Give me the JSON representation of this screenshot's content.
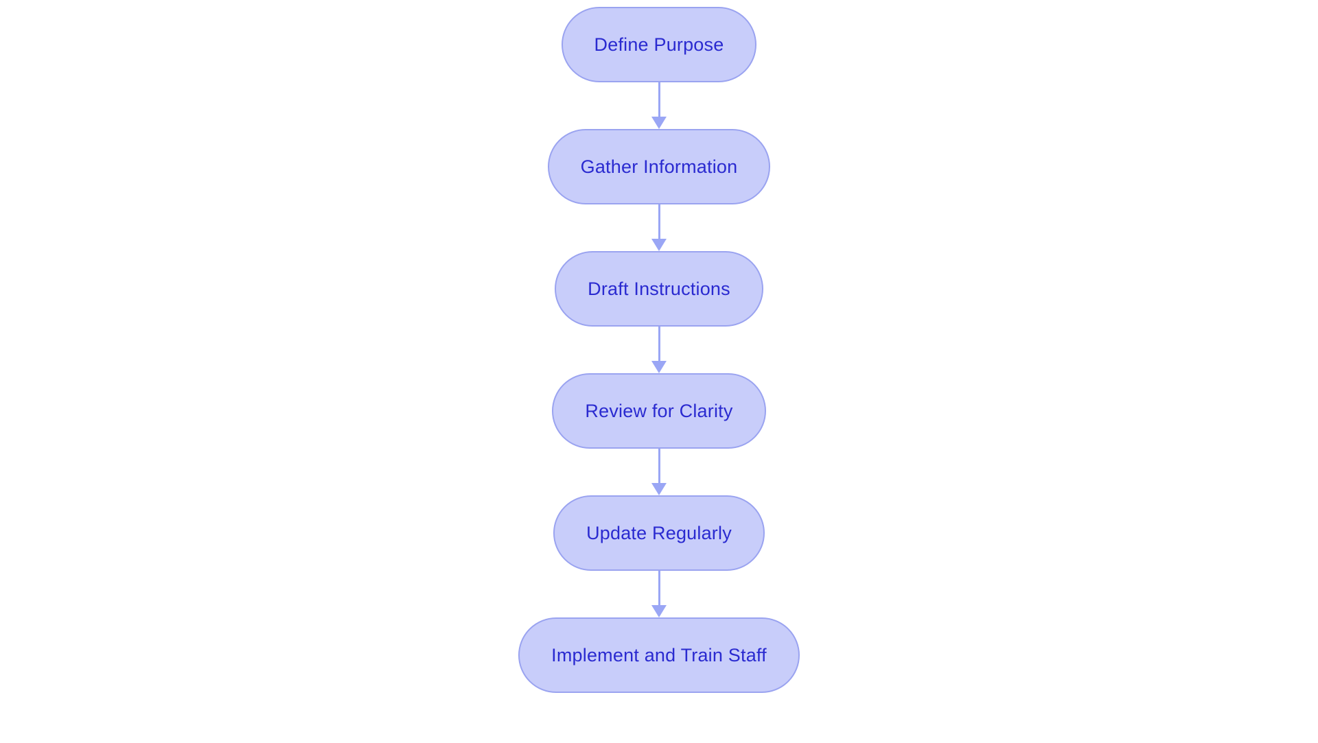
{
  "chart_data": {
    "type": "diagram",
    "diagram_type": "flowchart",
    "orientation": "top-to-bottom",
    "title": "",
    "background_color": "#ffffff",
    "node_fill_color": "#c8cdfa",
    "node_border_color": "#9aa3f0",
    "node_text_color": "#2a2ad0",
    "connector_color": "#9aa6f5",
    "node_shape": "rounded-pill",
    "nodes": [
      {
        "id": "n1",
        "label": "Define Purpose",
        "order": 1
      },
      {
        "id": "n2",
        "label": "Gather Information",
        "order": 2
      },
      {
        "id": "n3",
        "label": "Draft Instructions",
        "order": 3
      },
      {
        "id": "n4",
        "label": "Review for Clarity",
        "order": 4
      },
      {
        "id": "n5",
        "label": "Update Regularly",
        "order": 5
      },
      {
        "id": "n6",
        "label": "Implement and Train Staff",
        "order": 6
      }
    ],
    "edges": [
      {
        "from": "n1",
        "to": "n2",
        "label": "",
        "arrow": "down"
      },
      {
        "from": "n2",
        "to": "n3",
        "label": "",
        "arrow": "down"
      },
      {
        "from": "n3",
        "to": "n4",
        "label": "",
        "arrow": "down"
      },
      {
        "from": "n4",
        "to": "n5",
        "label": "",
        "arrow": "down"
      },
      {
        "from": "n5",
        "to": "n6",
        "label": "",
        "arrow": "down"
      }
    ]
  },
  "flowchart": {
    "nodes": [
      {
        "label": "Define Purpose"
      },
      {
        "label": "Gather Information"
      },
      {
        "label": "Draft Instructions"
      },
      {
        "label": "Review for Clarity"
      },
      {
        "label": "Update Regularly"
      },
      {
        "label": "Implement and Train Staff"
      }
    ]
  }
}
